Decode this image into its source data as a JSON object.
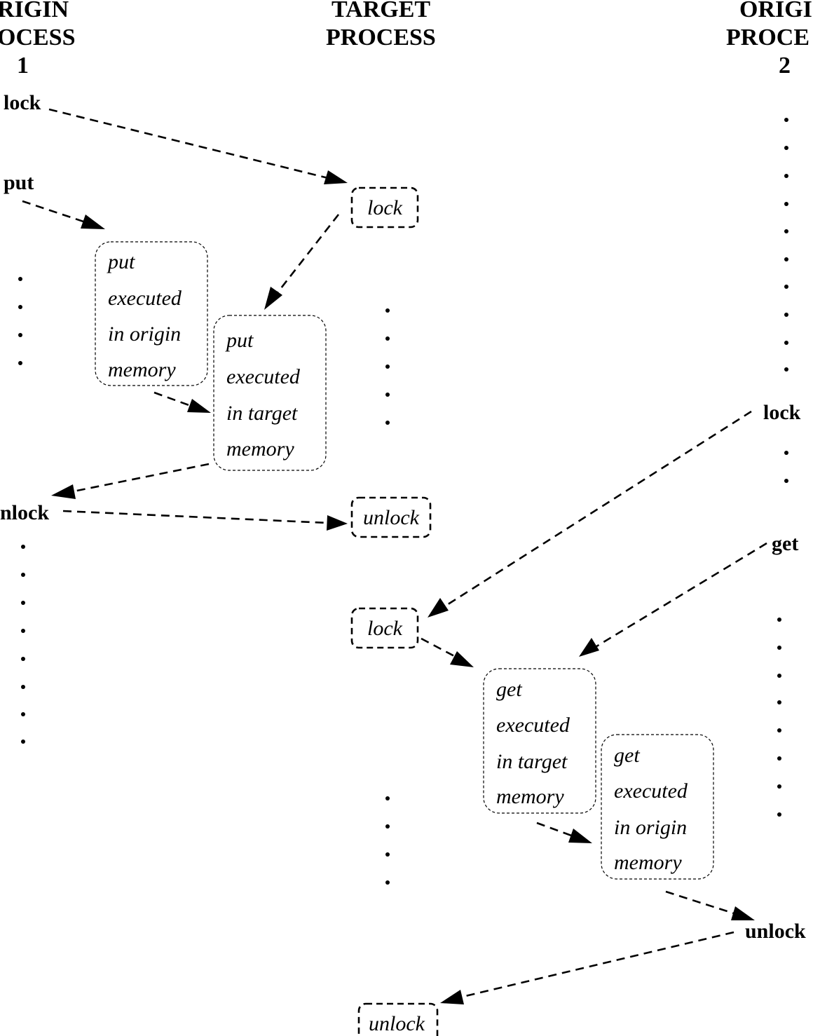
{
  "headers": {
    "origin1": [
      "RIGIN",
      "OCESS",
      "1"
    ],
    "target": [
      "TARGET",
      "PROCESS"
    ],
    "origin2": [
      "ORIGI",
      "PROCE",
      "2"
    ]
  },
  "origin1_ops": {
    "lock": "lock",
    "put": "put",
    "unlock": "nlock"
  },
  "origin2_ops": {
    "lock": "lock",
    "get": "get",
    "unlock": "unlock"
  },
  "target_boxes": {
    "lock1": "lock",
    "unlock1": "unlock",
    "lock2": "lock",
    "unlock2": "unlock"
  },
  "exec_boxes": {
    "put_origin": [
      "put",
      "executed",
      "in origin",
      "memory"
    ],
    "put_target": [
      "put",
      "executed",
      "in target",
      "memory"
    ],
    "get_target": [
      "get",
      "executed",
      "in target",
      "memory"
    ],
    "get_origin": [
      "get",
      "executed",
      "in origin",
      "memory"
    ]
  }
}
